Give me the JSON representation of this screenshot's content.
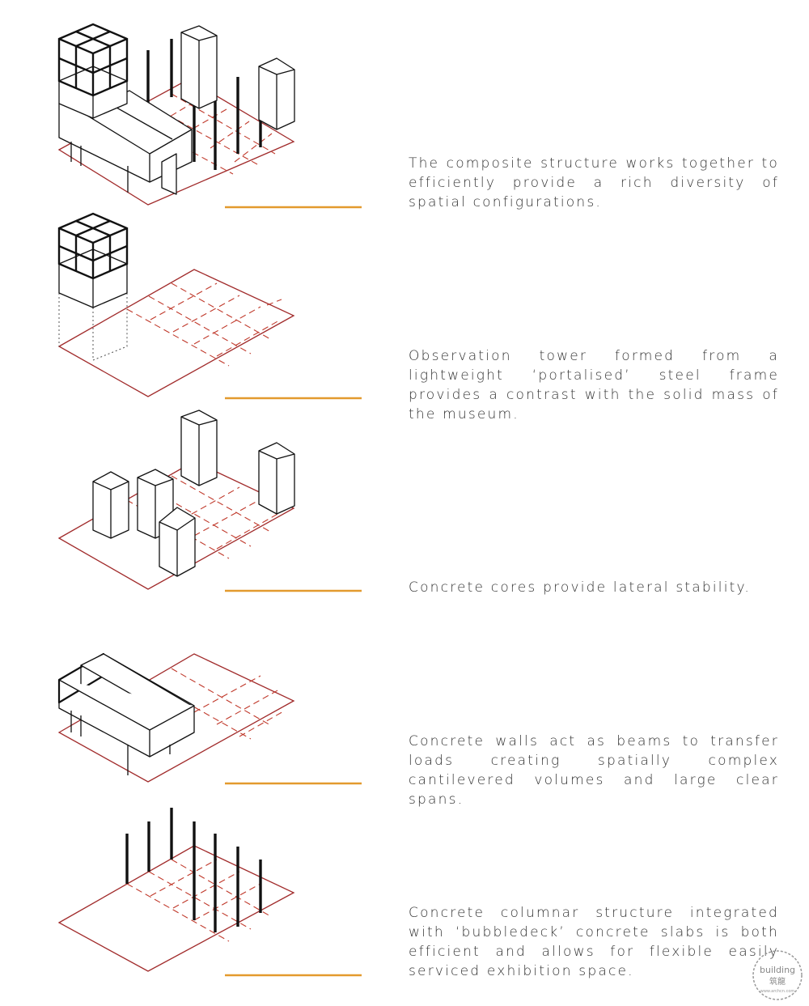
{
  "captions": [
    "The composite structure works together to efficiently provide a rich diversity of spatial configurations.",
    "Observation tower formed from a lightweight ‘portalised’ steel frame provides a contrast with the solid mass of the museum.",
    "Concrete cores provide lateral stability.",
    "Concrete walls act as beams to transfer loads creating spatially complex cantilevered volumes and large clear spans.",
    "Concrete columnar structure integrated with ‘bubbledeck’ concrete slabs is both efficient and allows for flexible easily serviced exhibition space."
  ],
  "colors": {
    "rule": "#e39a2e",
    "grid": "#c0392b",
    "base": "#a12b2b",
    "text": "#333333",
    "lines": "#111111"
  },
  "watermark": {
    "brand": "building",
    "chinese": "筑龍",
    "url": "www.archcn.com"
  }
}
